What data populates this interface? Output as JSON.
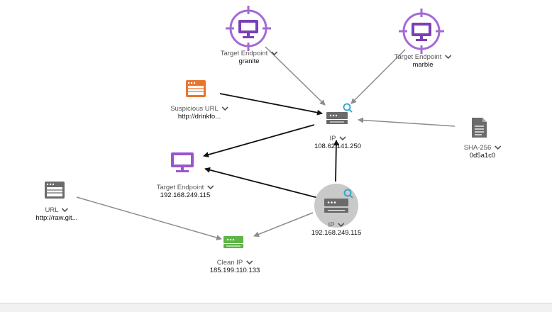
{
  "nodes": {
    "target_granite": {
      "type": "Target Endpoint",
      "value": "granite"
    },
    "target_marble": {
      "type": "Target Endpoint",
      "value": "marble"
    },
    "suspicious_url": {
      "type": "Suspicious URL",
      "value": "http://drinkfo..."
    },
    "ip_top": {
      "type": "IP",
      "value": "108.62.141.250"
    },
    "sha256": {
      "type": "SHA-256",
      "value": "0d5a1c0"
    },
    "target_local": {
      "type": "Target Endpoint",
      "value": "192.168.249.115"
    },
    "url": {
      "type": "URL",
      "value": "http://raw.git..."
    },
    "ip_local": {
      "type": "IP",
      "value": "192.168.249.115"
    },
    "clean_ip": {
      "type": "Clean IP",
      "value": "185.199.110.133"
    }
  },
  "colors": {
    "target": "#a26bd6",
    "target_dark": "#7a3fb8",
    "url_orange": "#e8772e",
    "ip_gray": "#6b6b6b",
    "clean_green": "#5fb548",
    "edge_black": "#111111",
    "edge_gray": "#8c8c8c",
    "search_blue": "#2aa5c8",
    "selected_bg": "#c9c9c9"
  }
}
